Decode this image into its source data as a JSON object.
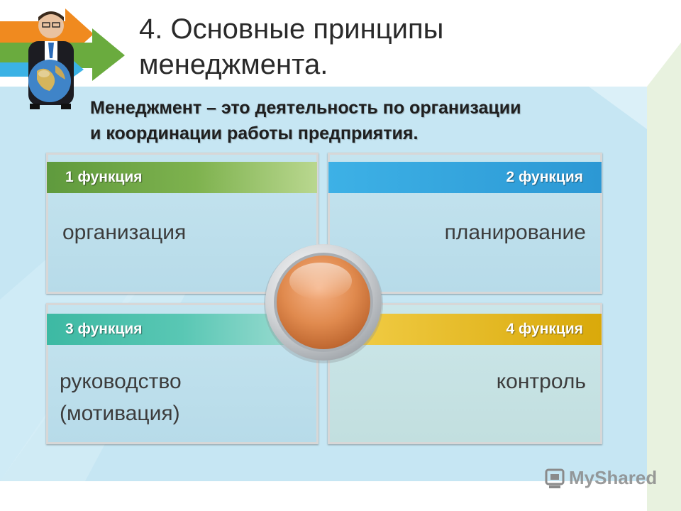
{
  "title": {
    "line1": "4. Основные принципы",
    "line2": "менеджмента."
  },
  "definition": {
    "line1": "Менеджмент – это деятельность по организации",
    "line2": "и координации работы предприятия."
  },
  "functions": [
    {
      "label": "1 функция",
      "text": "организация",
      "color": "#7eb24e"
    },
    {
      "label": "2 функция",
      "text": "планирование",
      "color": "#2c98d4"
    },
    {
      "label": "3 функция",
      "text_line1": "руководство",
      "text_line2": "(мотивация)",
      "color": "#3db9a3"
    },
    {
      "label": "4 функция",
      "text": "контроль",
      "color": "#e0b21e"
    }
  ],
  "watermark": {
    "text": "MyShared"
  },
  "colors": {
    "background": "#c6e6f3",
    "orb": "#e08a4e",
    "arrow_orange": "#f08a1f",
    "arrow_green": "#6aab3e",
    "arrow_blue": "#3bb2e5"
  }
}
